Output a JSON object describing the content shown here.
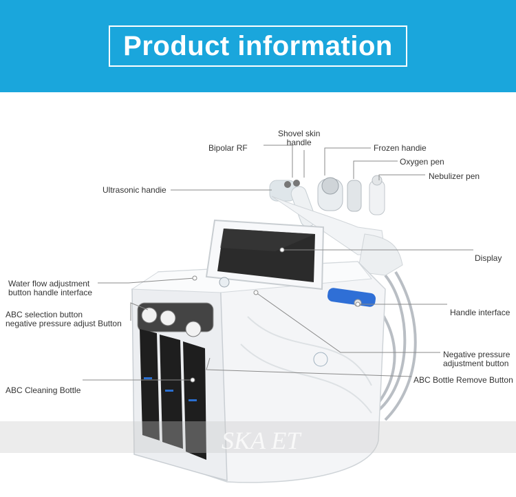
{
  "header": {
    "title": "Product information"
  },
  "labels": {
    "shovel_skin_1": "Shovel skin",
    "shovel_skin_2": "handle",
    "bipolar_rf": "Bipolar RF",
    "frozen_handle": "Frozen handie",
    "oxygen_pen": "Oxygen pen",
    "nebulizer_pen": "Nebulizer pen",
    "ultrasonic_handle": "Ultrasonic handie",
    "display": "Display",
    "water_flow_1": "Water flow adjustment",
    "water_flow_2": "button handle interface",
    "handle_interface": "Handle interface",
    "abc_selection_1": "ABC selection button",
    "abc_selection_2": "negative pressure adjust Button",
    "negative_pressure_1": "Negative pressure",
    "negative_pressure_2": "adjustment button",
    "abc_remove": "ABC Bottle Remove Button",
    "abc_cleaning": "ABC Cleaning Bottle"
  },
  "watermark": "SKA ET",
  "colors": {
    "banner": "#1aa6dc",
    "leader": "#8a8a8a",
    "device": "#f4f5f7",
    "screen": "#2b2b2b"
  }
}
